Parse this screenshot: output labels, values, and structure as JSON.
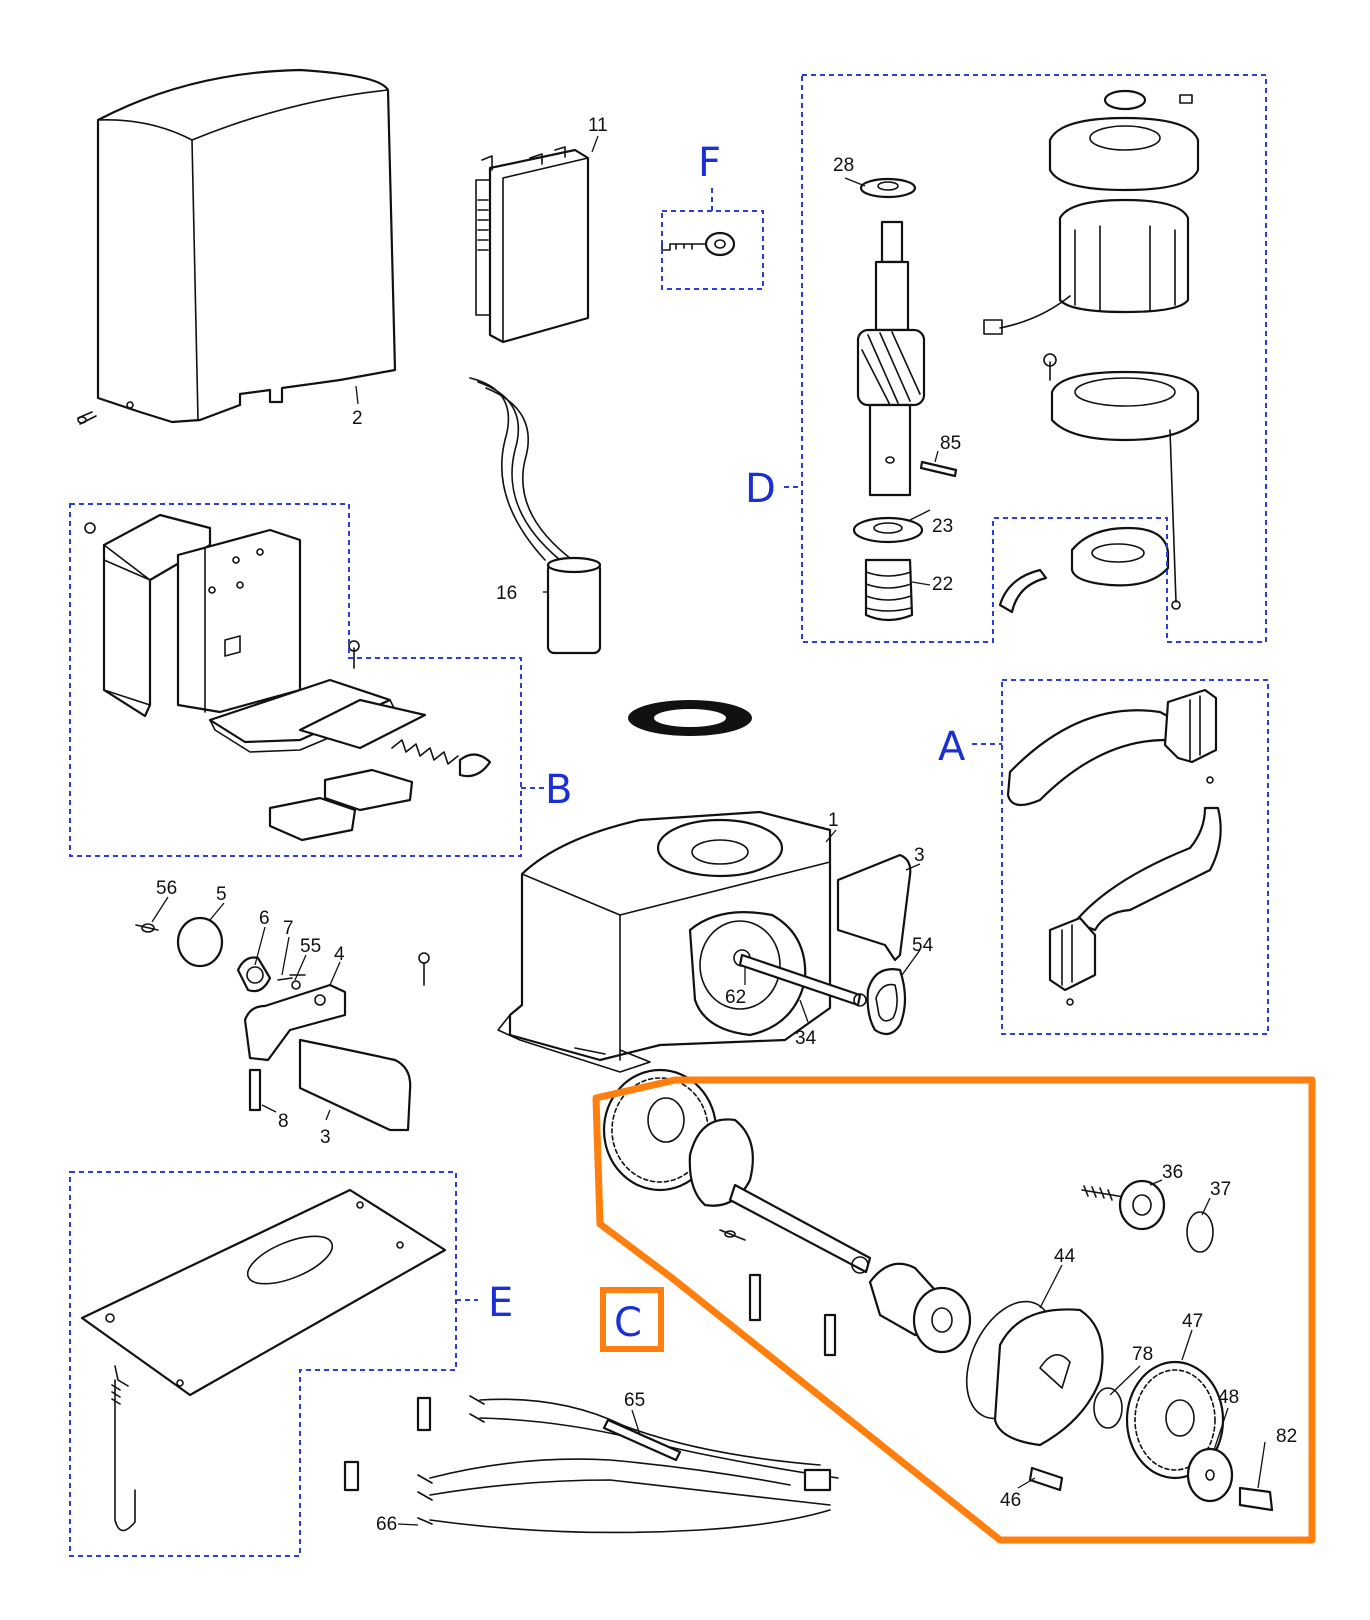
{
  "groups": {
    "A": {
      "label": "A"
    },
    "B": {
      "label": "B"
    },
    "C": {
      "label": "C",
      "highlight_color": "#ff7f0e"
    },
    "D": {
      "label": "D"
    },
    "E": {
      "label": "E"
    },
    "F": {
      "label": "F"
    }
  },
  "group_color": "#2a3fd8",
  "part_numbers": {
    "p1": "1",
    "p2": "2",
    "p3a": "3",
    "p3b": "3",
    "p4": "4",
    "p5": "5",
    "p6": "6",
    "p7": "7",
    "p8": "8",
    "p11": "11",
    "p16": "16",
    "p22": "22",
    "p23": "23",
    "p28": "28",
    "p34": "34",
    "p36": "36",
    "p37": "37",
    "p44": "44",
    "p46": "46",
    "p47": "47",
    "p48": "48",
    "p54": "54",
    "p55": "55",
    "p56": "56",
    "p62": "62",
    "p65": "65",
    "p66": "66",
    "p78": "78",
    "p82": "82",
    "p85": "85"
  }
}
